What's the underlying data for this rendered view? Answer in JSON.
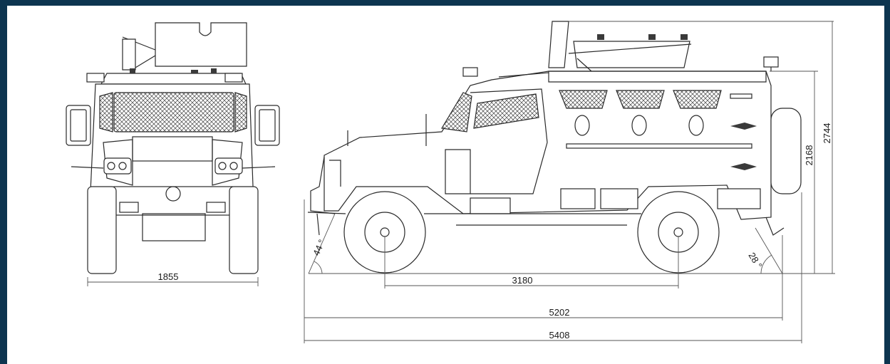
{
  "dimensions": {
    "front_track_width": "1855",
    "wheelbase": "3180",
    "length_without_spare": "5202",
    "overall_length": "5408",
    "hull_height": "2168",
    "overall_height": "2744",
    "approach_angle": "44 °",
    "departure_angle": "28 °"
  },
  "colors": {
    "border": "#0d3550",
    "background": "#ffffff",
    "line": "#2a2a2a"
  },
  "views": [
    "front-view",
    "side-view"
  ]
}
